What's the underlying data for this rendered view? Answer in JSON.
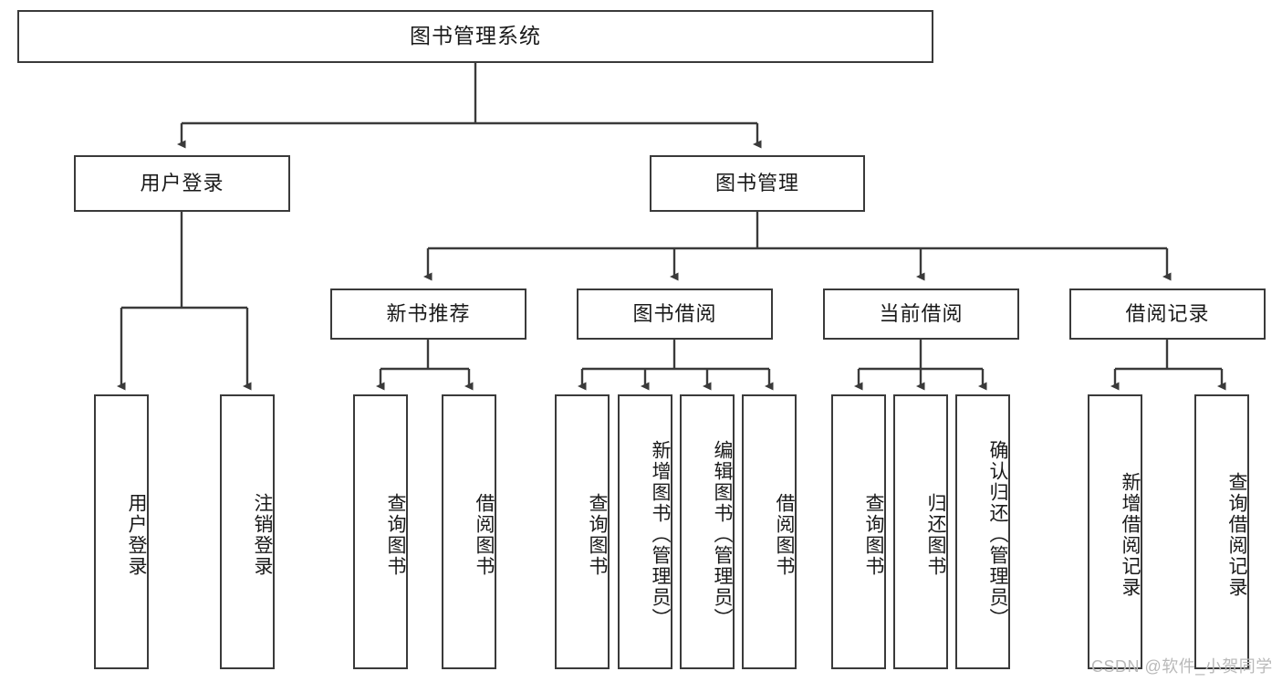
{
  "diagram": {
    "type": "hierarchy-tree",
    "title": "图书管理系统",
    "watermark": "CSDN @软件_小贺同学",
    "root": {
      "id": "root",
      "label": "图书管理系统"
    },
    "level2": [
      {
        "id": "user-login",
        "label": "用户登录"
      },
      {
        "id": "book-management",
        "label": "图书管理"
      }
    ],
    "level3": [
      {
        "id": "new-book-recommend",
        "label": "新书推荐",
        "parent": "book-management"
      },
      {
        "id": "book-borrow",
        "label": "图书借阅",
        "parent": "book-management"
      },
      {
        "id": "current-borrow",
        "label": "当前借阅",
        "parent": "book-management"
      },
      {
        "id": "borrow-record",
        "label": "借阅记录",
        "parent": "book-management"
      }
    ],
    "leaves": {
      "user-login": [
        {
          "id": "leaf-user-login",
          "label": "用户登录"
        },
        {
          "id": "leaf-user-logout",
          "label": "注销登录"
        }
      ],
      "new-book-recommend": [
        {
          "id": "leaf-query-book-1",
          "label": "查询图书"
        },
        {
          "id": "leaf-borrow-book-1",
          "label": "借阅图书"
        }
      ],
      "book-borrow": [
        {
          "id": "leaf-query-book-2",
          "label": "查询图书"
        },
        {
          "id": "leaf-add-book",
          "label": "新增图书（管理员）"
        },
        {
          "id": "leaf-edit-book",
          "label": "编辑图书（管理员）"
        },
        {
          "id": "leaf-borrow-book-2",
          "label": "借阅图书"
        }
      ],
      "current-borrow": [
        {
          "id": "leaf-query-book-3",
          "label": "查询图书"
        },
        {
          "id": "leaf-return-book",
          "label": "归还图书"
        },
        {
          "id": "leaf-confirm-return",
          "label": "确认归还（管理员）"
        }
      ],
      "borrow-record": [
        {
          "id": "leaf-add-borrow-record",
          "label": "新增借阅记录"
        },
        {
          "id": "leaf-query-borrow-record",
          "label": "查询借阅记录"
        }
      ]
    },
    "colors": {
      "stroke": "#3a3a3a",
      "fill": "#ffffff",
      "text": "#1a1a1a",
      "watermark": "#b9b9b9"
    }
  }
}
